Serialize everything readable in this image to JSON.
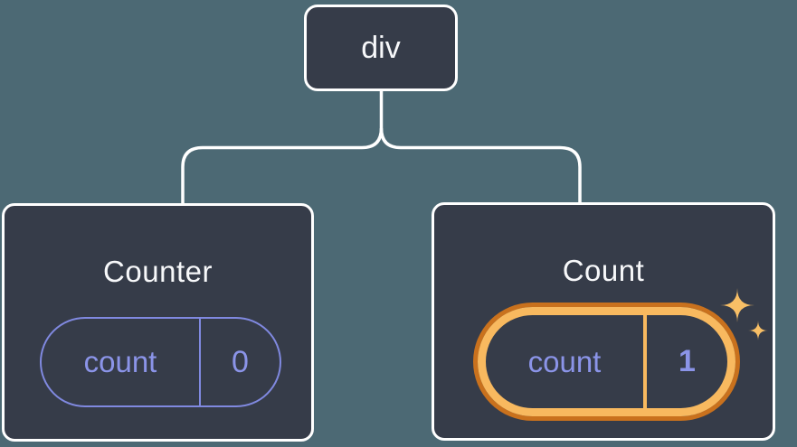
{
  "diagram": {
    "description": "component tree with state pills",
    "root": {
      "label": "div"
    },
    "children": [
      {
        "title": "Counter",
        "state": {
          "name": "count",
          "value": "0"
        },
        "highlighted": false
      },
      {
        "title": "Count",
        "state": {
          "name": "count",
          "value": "1"
        },
        "highlighted": true
      }
    ]
  },
  "colors": {
    "background": "#4c6974",
    "node_fill": "#363c49",
    "node_border": "#ffffff",
    "state_accent_purple": "#8089e0",
    "state_text_purple": "#8b94e8",
    "highlight_inner_orange": "#f8b95f",
    "highlight_outer_orange": "#c9711d",
    "sparkle_orange": "#f8bf66",
    "title_text": "#f7f8fa"
  }
}
